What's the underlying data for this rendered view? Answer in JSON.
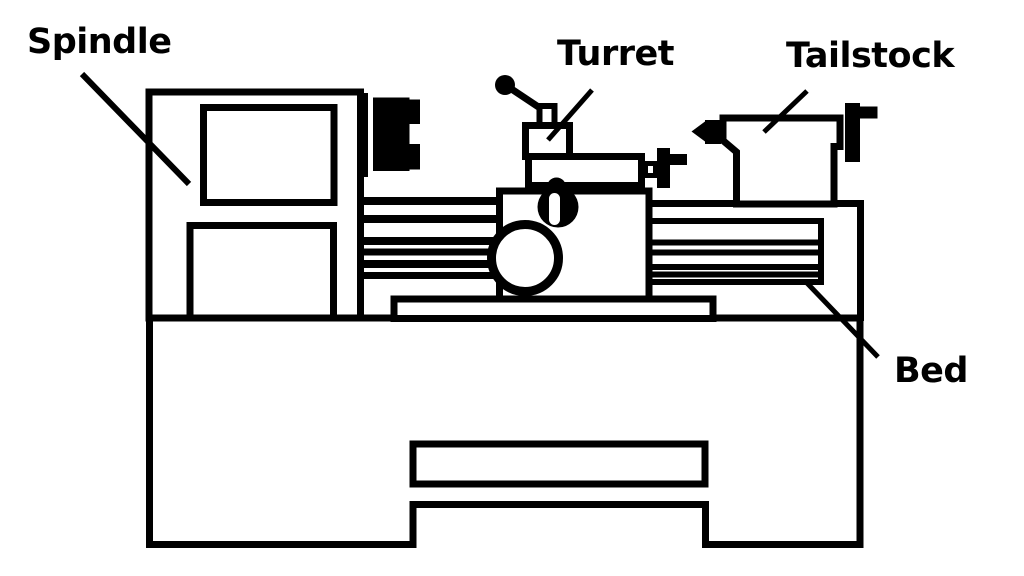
{
  "diagram": {
    "background_color": "#ffffff",
    "line_color": "#000000",
    "labels": {
      "spindle": "Spindle",
      "turret": "Turret",
      "tailstock": "Tailstock",
      "bed": "Bed"
    }
  }
}
